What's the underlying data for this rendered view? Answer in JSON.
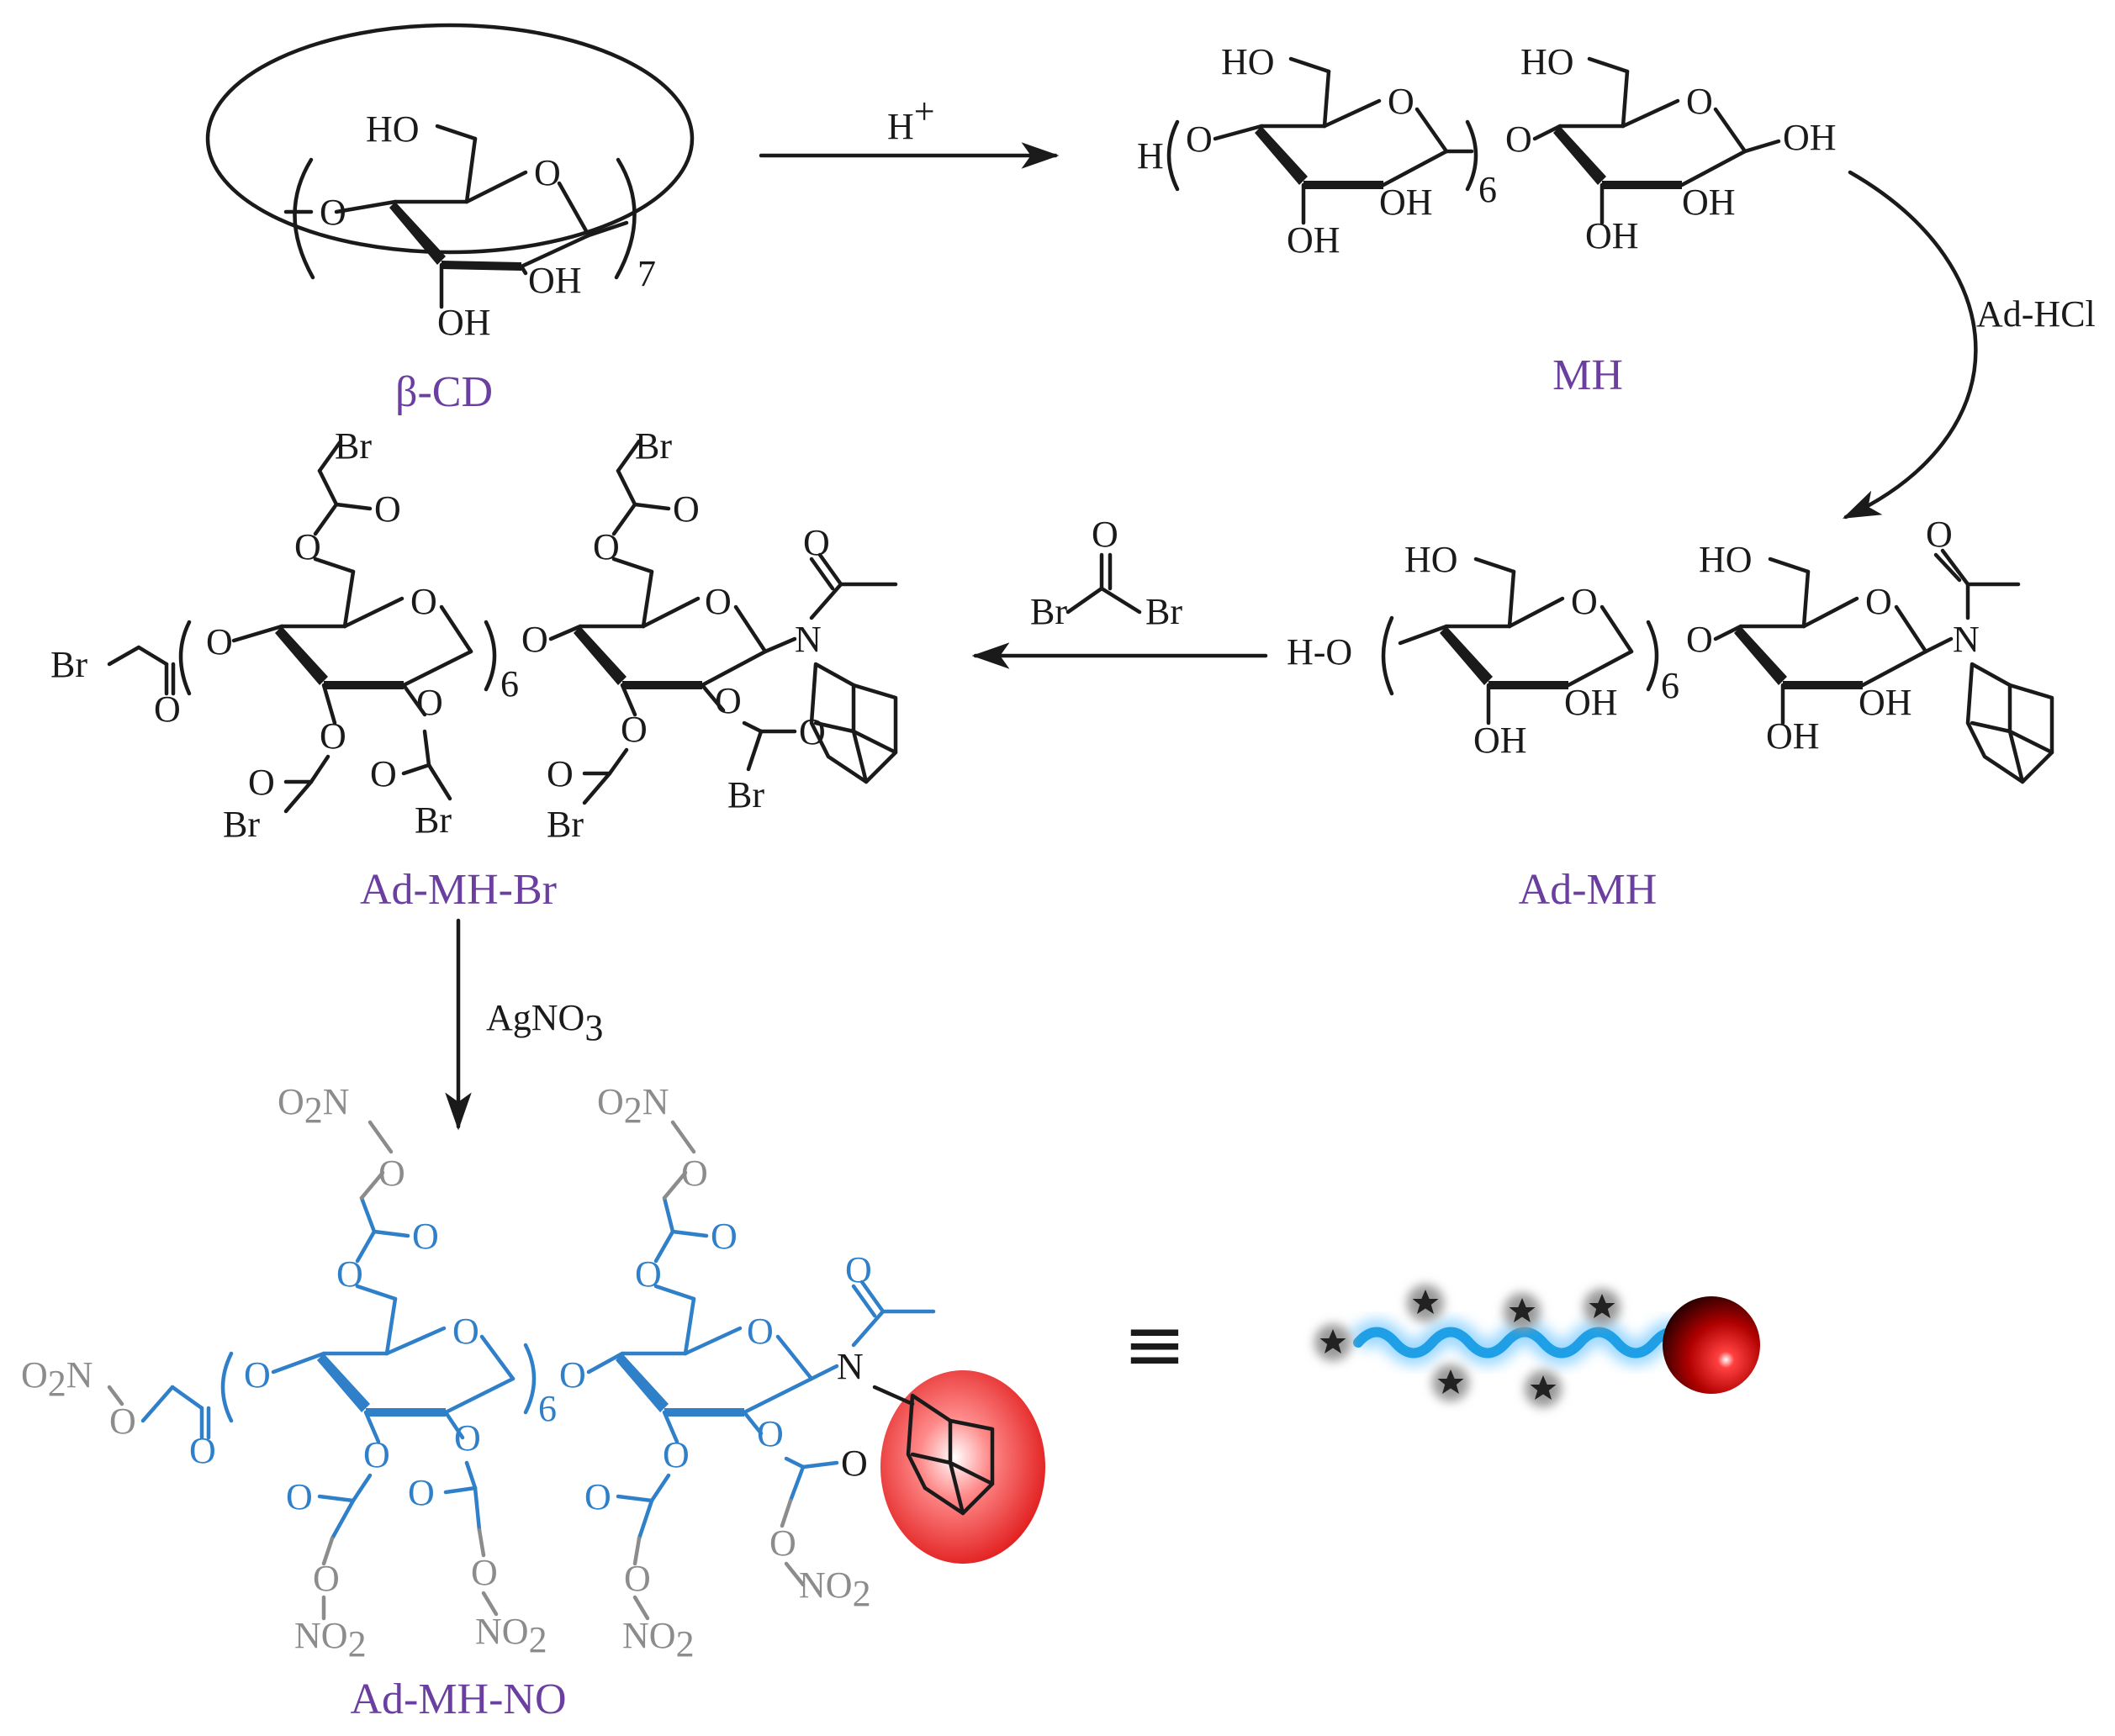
{
  "labels": {
    "beta_cd": "β-CD",
    "mh": "MH",
    "ad_mh": "Ad-MH",
    "ad_mh_br": "Ad-MH-Br",
    "ad_mh_no": "Ad-MH-NO"
  },
  "reagents": {
    "step1": "H",
    "step1_sup": "+",
    "step2": "Ad-HCl",
    "step3_br_left": "Br",
    "step3_br_right": "Br",
    "step3_o": "O",
    "step4": "AgNO",
    "step4_sub": "3"
  },
  "atoms": {
    "HO": "HO",
    "OH": "OH",
    "O": "O",
    "H": "H",
    "N": "N",
    "Br": "Br",
    "O2N": "O",
    "O2N_sub": "2",
    "O2N_N": "N",
    "NO2_N": "NO",
    "NO2_sub": "2",
    "H_O": "H-O"
  },
  "repeat_counts": {
    "beta_cd": "7",
    "oligomer": "6"
  },
  "equivalence_symbol": "≡",
  "colors": {
    "label": "#6b3fa0",
    "backbone_blue": "#2f7fc9",
    "nitrate_grey": "#8c8c8c",
    "sphere_red": "#e02020",
    "bead_dark_red": "#8a0c0c"
  }
}
